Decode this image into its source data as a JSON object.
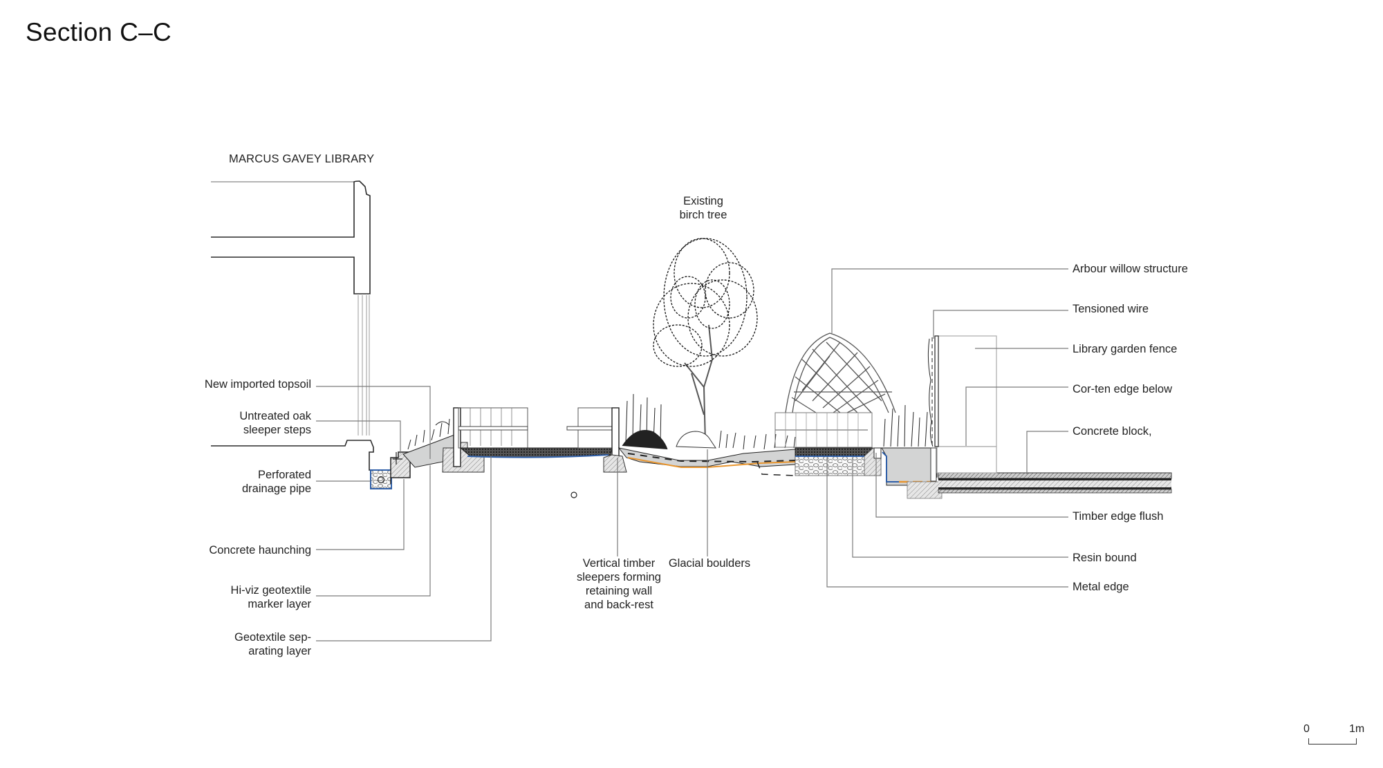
{
  "title": "Section C–C",
  "building": {
    "label": "MARCUS GAVEY LIBRARY"
  },
  "tree": {
    "label": "Existing\nbirch tree"
  },
  "labels_left": [
    {
      "id": "topsoil",
      "text": "New imported topsoil"
    },
    {
      "id": "oak-steps",
      "text": "Untreated oak\nsleeper steps"
    },
    {
      "id": "drainage",
      "text": "Perforated\ndrainage pipe"
    },
    {
      "id": "haunching",
      "text": "Concrete haunching"
    },
    {
      "id": "hiviz",
      "text": "Hi-viz geotextile\nmarker layer"
    },
    {
      "id": "geotextile",
      "text": "Geotextile sep-\narating layer"
    }
  ],
  "labels_bottom": [
    {
      "id": "timber-sleepers",
      "text": "Vertical timber\nsleepers forming\nretaining wall\nand back-rest"
    },
    {
      "id": "boulders",
      "text": "Glacial boulders"
    }
  ],
  "labels_right": [
    {
      "id": "arbour",
      "text": "Arbour willow structure"
    },
    {
      "id": "wire",
      "text": "Tensioned wire"
    },
    {
      "id": "fence",
      "text": "Library garden fence"
    },
    {
      "id": "corten",
      "text": "Cor-ten edge below"
    },
    {
      "id": "concrete-block",
      "text": "Concrete block,"
    },
    {
      "id": "timber-edge",
      "text": "Timber edge flush"
    },
    {
      "id": "resin",
      "text": "Resin bound"
    },
    {
      "id": "metal-edge",
      "text": "Metal edge"
    }
  ],
  "scale_bar": {
    "start": "0",
    "end": "1m"
  },
  "colors": {
    "line": "#2a2a2a",
    "leader": "#777777",
    "soil_fill": "#d3d4d4",
    "hiviz_orange": "#e8952e",
    "geotextile_blue": "#2f5fa8",
    "hatch": "#8a8a8a"
  }
}
